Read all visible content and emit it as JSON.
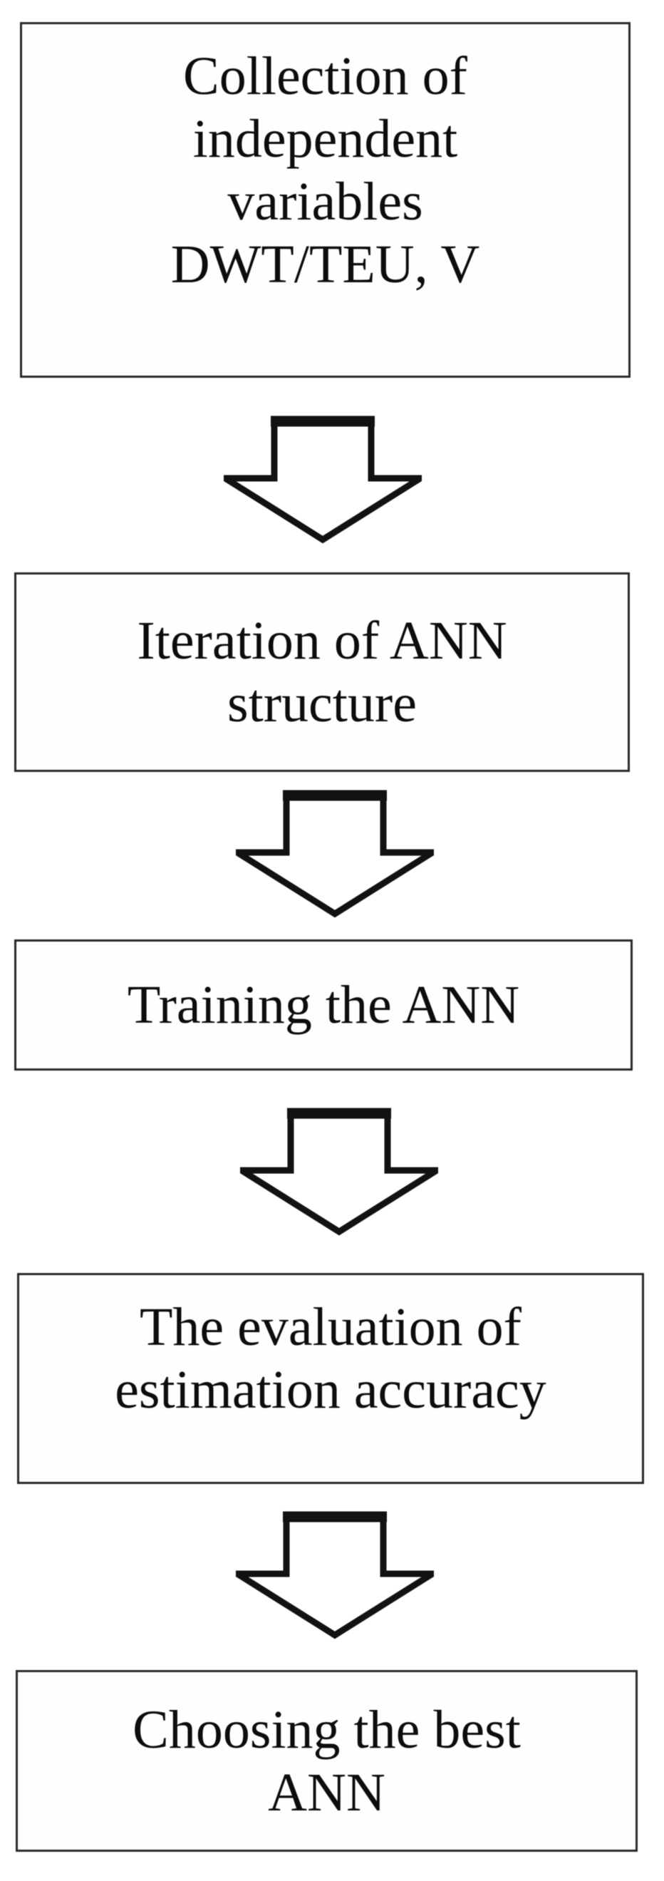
{
  "flowchart": {
    "background_color": "#ffffff",
    "box_fill_color": "#fefefe",
    "box_border_color": "#2a2a2a",
    "text_color": "#0d0d0d",
    "arrow_fill_color": "#ffffff",
    "arrow_outline_color": "#121212",
    "steps": [
      {
        "lines": [
          "Collection of",
          "independent",
          "variables",
          "DWT/TEU, V"
        ]
      },
      {
        "lines": [
          "Iteration of ANN",
          "structure"
        ]
      },
      {
        "lines": [
          "Training the ANN"
        ]
      },
      {
        "lines": [
          "The evaluation of",
          "estimation accuracy"
        ]
      },
      {
        "lines": [
          "Choosing the best",
          "ANN"
        ]
      }
    ]
  }
}
